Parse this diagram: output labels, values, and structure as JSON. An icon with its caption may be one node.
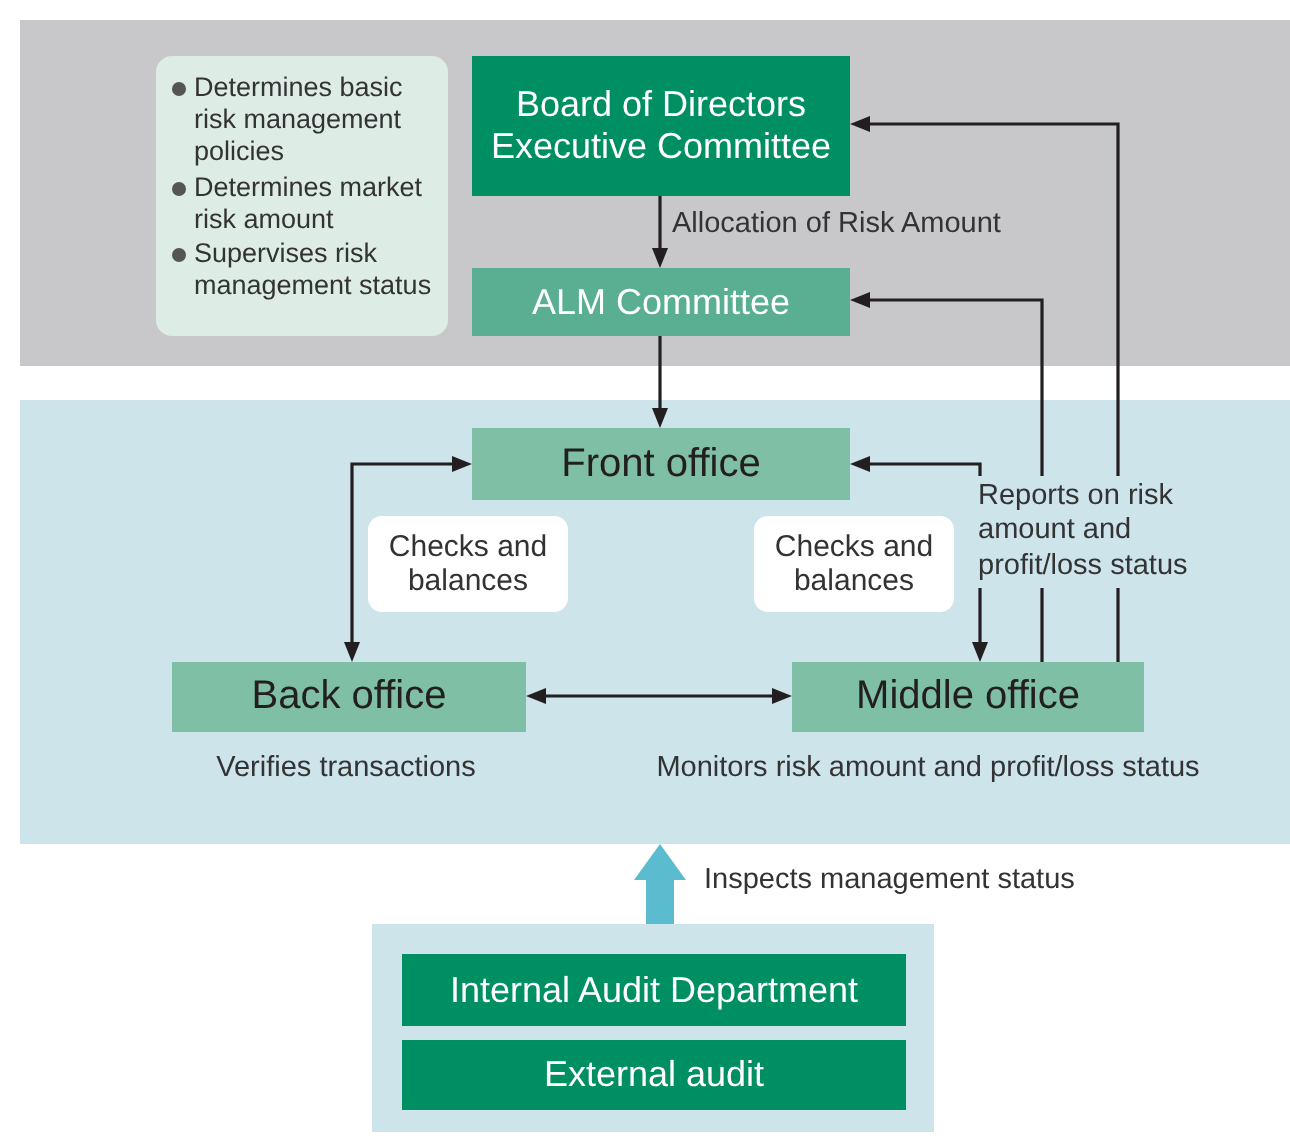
{
  "diagram": {
    "nodes": [
      {
        "text": [],
        "shape": "box"
      },
      {
        "text": [
          "Determines basic risk management policies",
          "Determines market risk amount",
          "Supervises risk management status"
        ],
        "in": 0
      },
      {
        "text": [
          "Board of Directors",
          "Executive Committee"
        ],
        "in": 0
      },
      {
        "text": [
          "ALM Committee"
        ],
        "in": 0
      },
      {
        "text": [],
        "shape": "box"
      },
      {
        "text": [
          "Front office"
        ],
        "in": 4
      },
      {
        "text": [
          "Checks and balances"
        ],
        "in": 4
      },
      {
        "text": [
          "Checks and balances"
        ],
        "in": 4
      },
      {
        "text": [
          "Back office"
        ],
        "in": 4,
        "beside": [
          "Verifies transactions"
        ]
      },
      {
        "text": [
          "Middle office"
        ],
        "in": 4,
        "beside": [
          "Monitors risk amount and profit/loss status"
        ]
      },
      {
        "text": [],
        "shape": "box"
      },
      {
        "text": [
          "Internal Audit Department"
        ],
        "in": 10
      },
      {
        "text": [
          "External audit"
        ],
        "in": 10
      }
    ],
    "edges": [
      {
        "from": 2,
        "to": 3,
        "arrow": "to",
        "label": "Allocation of Risk Amount"
      },
      {
        "from": 3,
        "to": 5,
        "arrow": "to"
      },
      {
        "from": 5,
        "to": 8,
        "arrow": "both"
      },
      {
        "from": 5,
        "to": 9,
        "arrow": "both"
      },
      {
        "from": 8,
        "to": 9,
        "arrow": "both"
      },
      {
        "from": 9,
        "to": 3,
        "arrow": "to"
      },
      {
        "from": 9,
        "to": 2,
        "arrow": "to",
        "label": "Reports on risk amount and profit/loss status"
      },
      {
        "from": 10,
        "to": 4,
        "arrow": "to",
        "label": "Inspects management status",
        "style": "thick",
        "color": "#5bbccf"
      }
    ]
  }
}
